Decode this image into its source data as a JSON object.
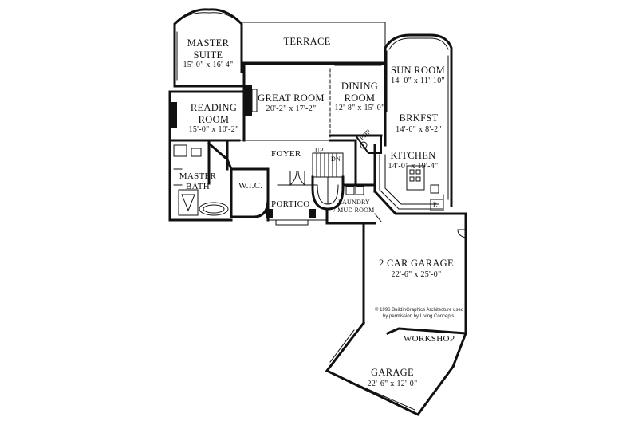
{
  "rooms": {
    "terrace": {
      "name": "TERRACE"
    },
    "master_suite": {
      "name1": "MASTER",
      "name2": "SUITE",
      "dim": "15'-0\" x 16'-4\""
    },
    "reading_room": {
      "name1": "READING",
      "name2": "ROOM",
      "dim": "15'-0\" x 10'-2\""
    },
    "great_room": {
      "name": "GREAT ROOM",
      "dim": "20'-2\" x 17'-2\""
    },
    "dining_room": {
      "name1": "DINING",
      "name2": "ROOM",
      "dim": "12'-8\" x 15'-0\""
    },
    "sun_room": {
      "name": "SUN ROOM",
      "dim": "14'-0\" x 11'-10\""
    },
    "brkfst": {
      "name": "BRKFST",
      "dim": "14'-0\" x 8'-2\""
    },
    "kitchen": {
      "name": "KITCHEN",
      "dim": "14'-0\" x 19'-4\""
    },
    "foyer": {
      "name": "FOYER"
    },
    "wic": {
      "name": "W.I.C."
    },
    "master_bath": {
      "name1": "MASTER",
      "name2": "BATH"
    },
    "portico": {
      "name": "PORTICO"
    },
    "laundry": {
      "name1": "LAUNDRY",
      "name2": "/ MUD ROOM"
    },
    "garage2": {
      "name": "2 CAR GARAGE",
      "dim": "22'-6\" x 25'-0\""
    },
    "workshop": {
      "name": "WORKSHOP"
    },
    "garage": {
      "name": "GARAGE",
      "dim": "22'-6\" x 12'-0\""
    }
  },
  "labels": {
    "up": "UP",
    "dn": "DN",
    "pdr": "PDR",
    "pantry": "P."
  },
  "copyright": {
    "line1": "© 1996 BuildinGraphics Architecture used",
    "line2": "by permission by Living Concepts"
  }
}
